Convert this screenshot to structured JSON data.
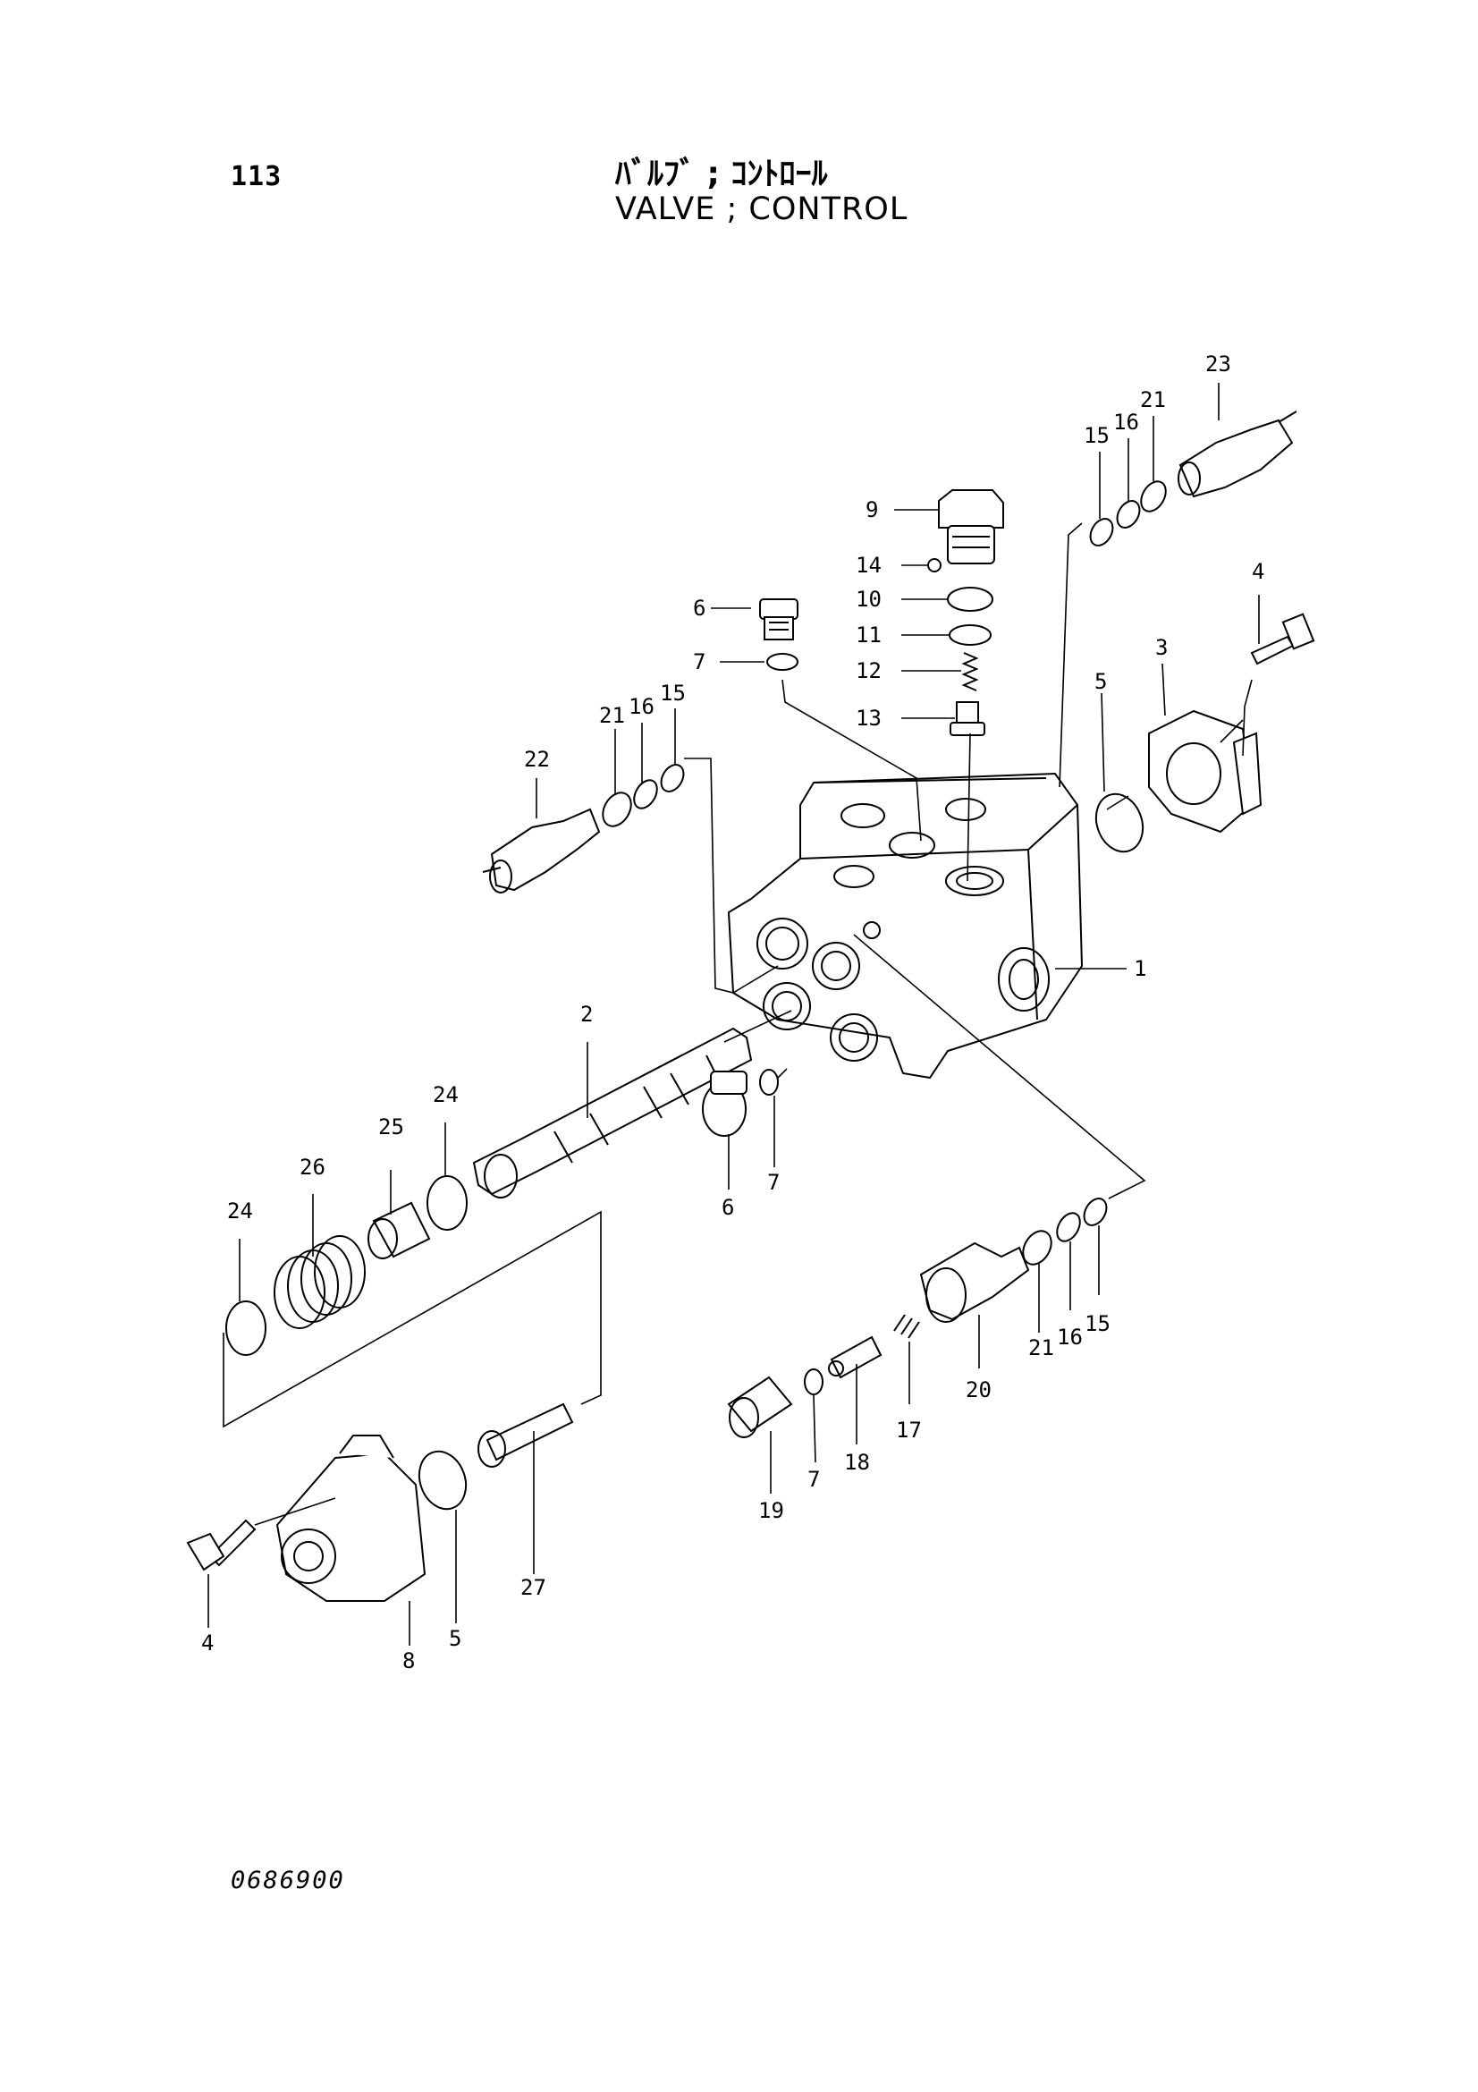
{
  "header": {
    "page_number": "113",
    "title_jp": "ﾊﾞﾙﾌﾞ ; ｺﾝﾄﾛｰﾙ",
    "title_en": "VALVE ; CONTROL"
  },
  "footer": {
    "drawing_number": "0686900"
  },
  "callouts": [
    "1",
    "2",
    "3",
    "4",
    "4",
    "5",
    "5",
    "6",
    "6",
    "7",
    "7",
    "7",
    "8",
    "9",
    "10",
    "11",
    "12",
    "13",
    "14",
    "15",
    "15",
    "15",
    "16",
    "16",
    "16",
    "17",
    "18",
    "19",
    "20",
    "21",
    "21",
    "21",
    "22",
    "23",
    "24",
    "24",
    "25",
    "26",
    "27"
  ]
}
